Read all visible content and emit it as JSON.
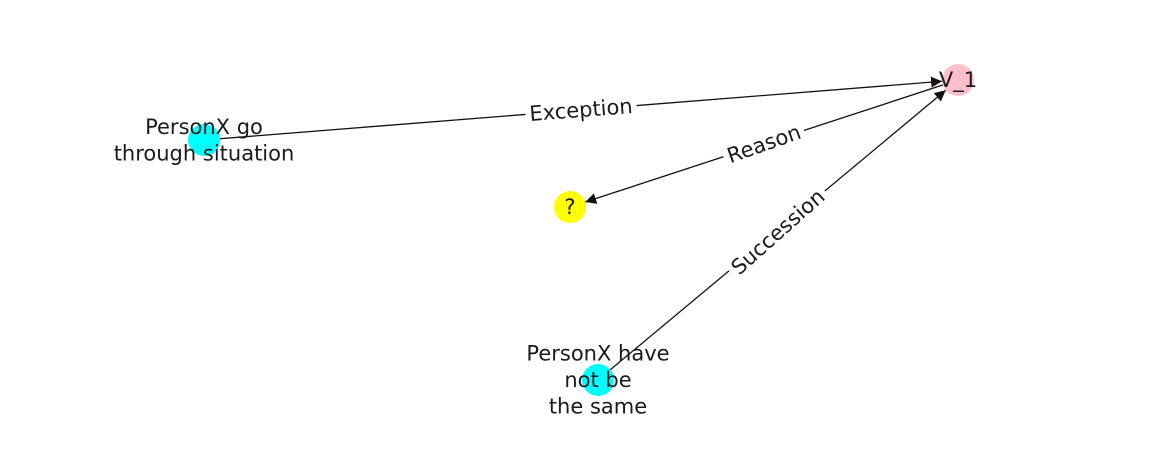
{
  "graph": {
    "nodes": [
      {
        "id": "v1",
        "lines": [
          "V_1"
        ],
        "color": "#ffc0cb"
      },
      {
        "id": "x_go",
        "lines": [
          "PersonX go",
          "through situation"
        ],
        "color": "#00ffff"
      },
      {
        "id": "q",
        "lines": [
          "?"
        ],
        "color": "#ffff00"
      },
      {
        "id": "x_have",
        "lines": [
          "PersonX have",
          "not be",
          "the same"
        ],
        "color": "#00ffff"
      }
    ],
    "edges": [
      {
        "id": "e_exception",
        "source": "x_go",
        "target": "v1",
        "label": "Exception"
      },
      {
        "id": "e_reason",
        "source": "v1",
        "target": "q",
        "label": "Reason"
      },
      {
        "id": "e_succession",
        "source": "x_have",
        "target": "v1",
        "label": "Succession"
      }
    ]
  }
}
